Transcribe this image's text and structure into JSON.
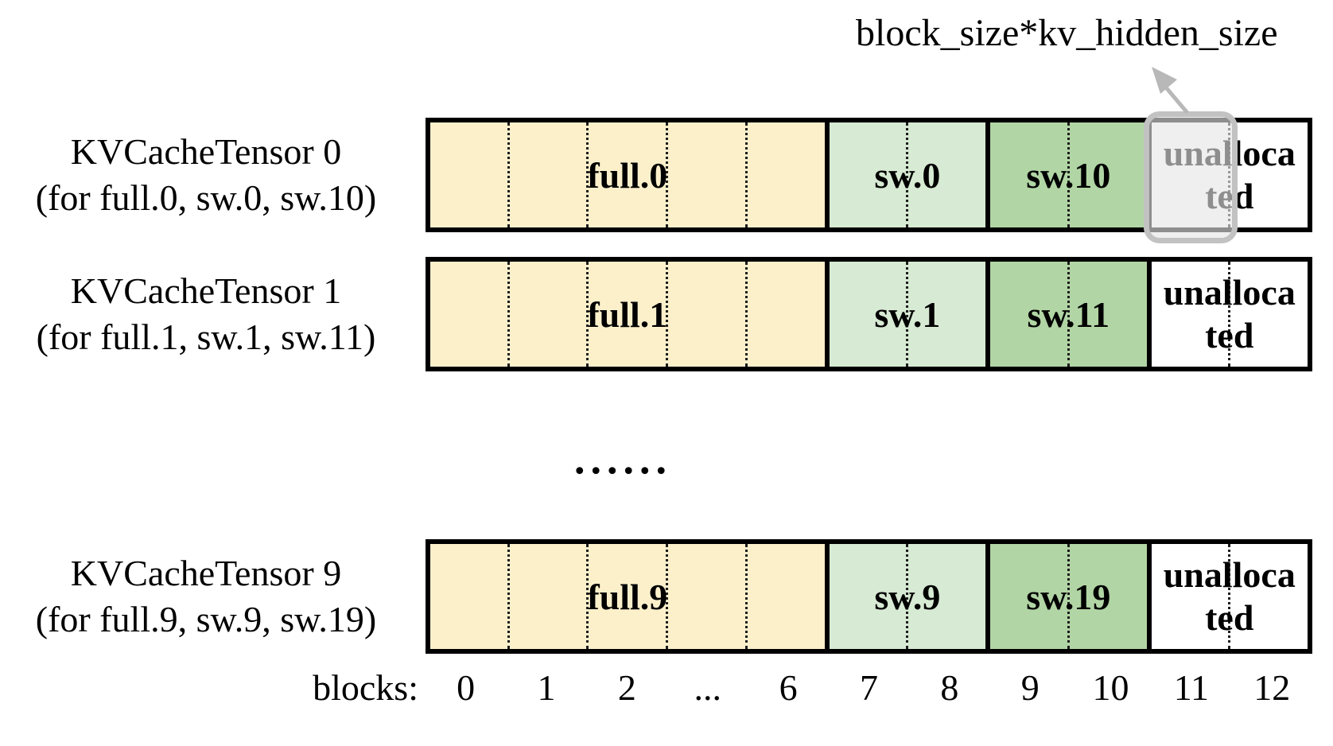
{
  "annotation": {
    "label": "block_size*kv_hidden_size"
  },
  "ellipsis": "......",
  "axis": {
    "label": "blocks:",
    "ticks": [
      "0",
      "1",
      "2",
      "...",
      "6",
      "7",
      "8",
      "9",
      "10",
      "11",
      "12"
    ]
  },
  "colors": {
    "full_block": "#FCF0CB",
    "sw_block": "#D7EAD3",
    "sw_offset_block": "#B1D5A4",
    "unallocated_block": "#FFFFFF",
    "bar_border": "#000000",
    "highlight_fill": "#E9E9E9",
    "highlight_border": "#C2C2C2",
    "arrow": "#B8B8B8"
  },
  "rows": [
    {
      "label_line1": "KVCacheTensor 0",
      "label_line2": "(for full.0, sw.0, sw.10)",
      "highlight": true,
      "segments": [
        {
          "label": "full.0",
          "blocks": 5,
          "color": "#FCF0CB",
          "wrap": false
        },
        {
          "label": "sw.0",
          "blocks": 2,
          "color": "#D7EAD3",
          "wrap": false
        },
        {
          "label": "sw.10",
          "blocks": 2,
          "color": "#B1D5A4",
          "wrap": false
        },
        {
          "label": "unallocated",
          "blocks": 2,
          "color": "#FFFFFF",
          "wrap": true
        }
      ]
    },
    {
      "label_line1": "KVCacheTensor 1",
      "label_line2": "(for full.1, sw.1, sw.11)",
      "highlight": false,
      "segments": [
        {
          "label": "full.1",
          "blocks": 5,
          "color": "#FCF0CB",
          "wrap": false
        },
        {
          "label": "sw.1",
          "blocks": 2,
          "color": "#D7EAD3",
          "wrap": false
        },
        {
          "label": "sw.11",
          "blocks": 2,
          "color": "#B1D5A4",
          "wrap": false
        },
        {
          "label": "unallocated",
          "blocks": 2,
          "color": "#FFFFFF",
          "wrap": true
        }
      ]
    },
    {
      "label_line1": "KVCacheTensor 9",
      "label_line2": "(for full.9, sw.9, sw.19)",
      "highlight": false,
      "segments": [
        {
          "label": "full.9",
          "blocks": 5,
          "color": "#FCF0CB",
          "wrap": false
        },
        {
          "label": "sw.9",
          "blocks": 2,
          "color": "#D7EAD3",
          "wrap": false
        },
        {
          "label": "sw.19",
          "blocks": 2,
          "color": "#B1D5A4",
          "wrap": false
        },
        {
          "label": "unallocated",
          "blocks": 2,
          "color": "#FFFFFF",
          "wrap": true
        }
      ]
    }
  ]
}
